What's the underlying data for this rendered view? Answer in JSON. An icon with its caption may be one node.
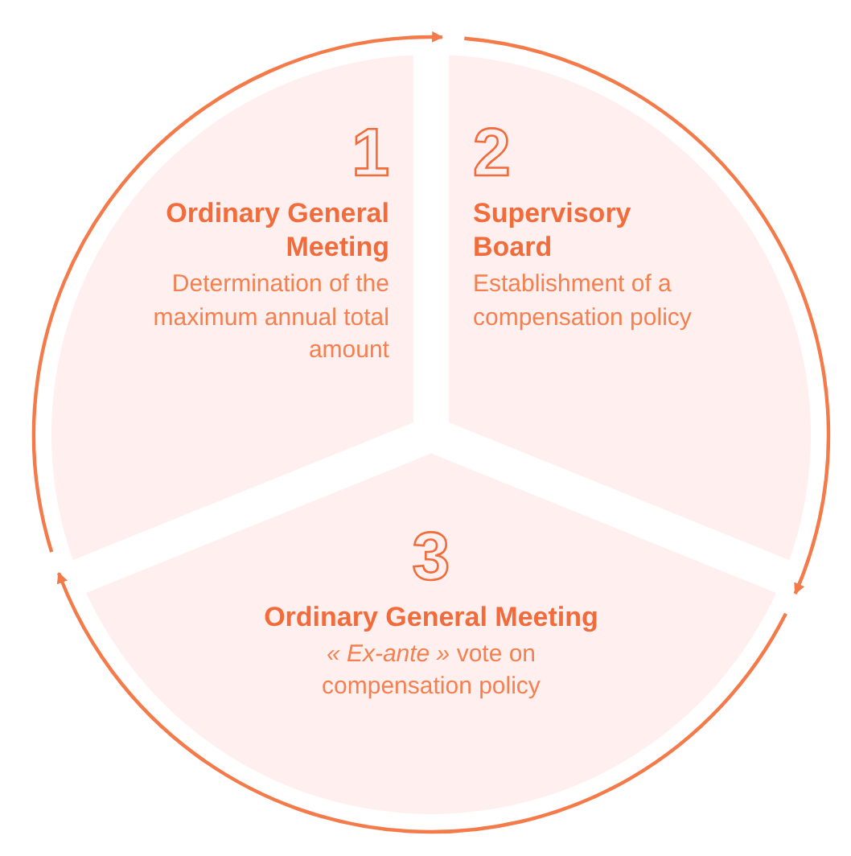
{
  "diagram": {
    "nodes": [
      {
        "text": [
          "1",
          "Ordinary General Meeting",
          "Determination of the maximum annual total amount"
        ]
      },
      {
        "text": [
          "2",
          "Supervisory Board",
          "Establishment of a compensation policy"
        ]
      },
      {
        "text": [
          "3",
          "Ordinary General Meeting",
          "*« Ex-ante »* vote on compensation policy"
        ]
      }
    ],
    "edges": [
      {
        "from": 0,
        "to": 1,
        "arrow": "to"
      },
      {
        "from": 1,
        "to": 2,
        "arrow": "to"
      },
      {
        "from": 2,
        "to": 0,
        "arrow": "to"
      }
    ]
  }
}
